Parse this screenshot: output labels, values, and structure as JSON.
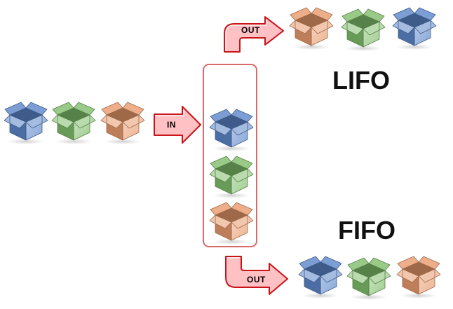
{
  "diagram": {
    "in_label": "IN",
    "out_top_label": "OUT",
    "out_bottom_label": "OUT",
    "lifo_label": "LIFO",
    "fifo_label": "FIFO"
  },
  "colors": {
    "blue": "#5b86c9",
    "green": "#7fbd6a",
    "orange": "#e89a6c",
    "arrow_fill": "#ffc1c4",
    "arrow_stroke": "#c9141a",
    "frame": "#d96a6a"
  },
  "sequences": {
    "input_order": [
      "blue",
      "green",
      "orange"
    ],
    "stack_order_top_to_bottom": [
      "blue",
      "green",
      "orange"
    ],
    "lifo_output": [
      "orange",
      "green",
      "blue"
    ],
    "fifo_output": [
      "blue",
      "green",
      "orange"
    ]
  },
  "icons": [
    "box-icon",
    "arrow-icon"
  ]
}
